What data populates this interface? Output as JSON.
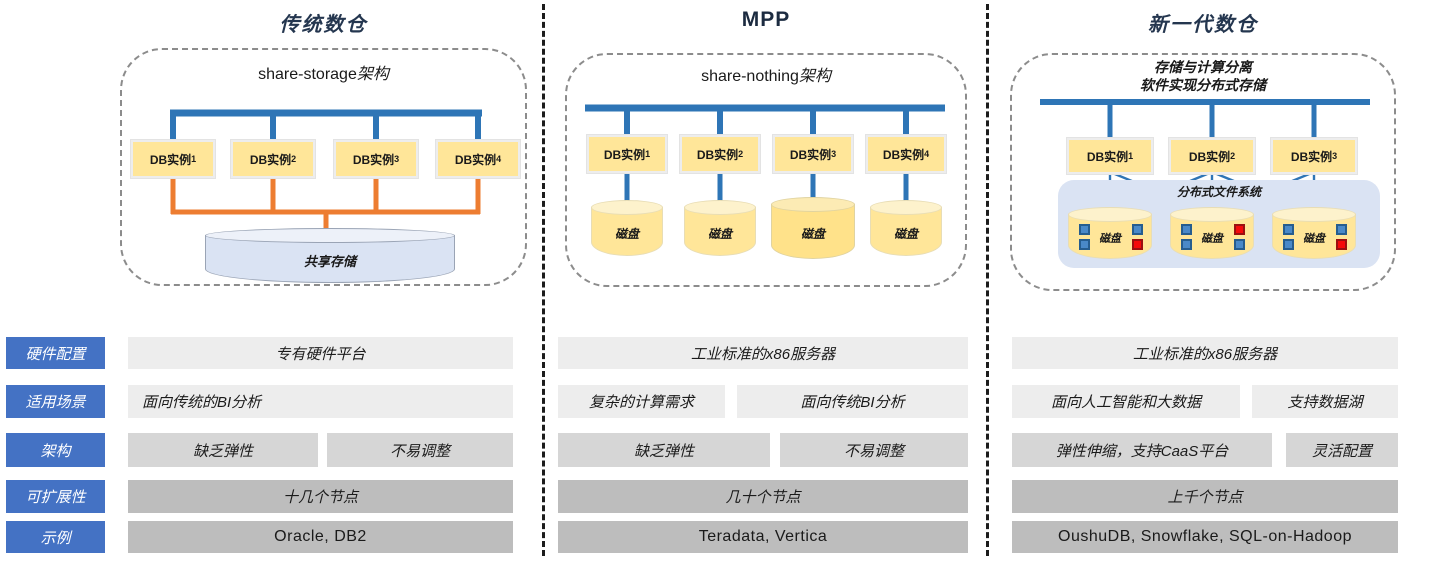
{
  "panels": [
    {
      "title": "传统数仓",
      "arch_label_latin": "share-storage",
      "arch_label_cjk": "架构",
      "nodes": [
        {
          "text": "DB实例",
          "sub": "1"
        },
        {
          "text": "DB实例",
          "sub": "2"
        },
        {
          "text": "DB实例",
          "sub": "3"
        },
        {
          "text": "DB实例",
          "sub": "4"
        }
      ],
      "shared_storage_label": "共享存储"
    },
    {
      "title": "MPP",
      "arch_label_latin": "share-nothing",
      "arch_label_cjk": "架构",
      "nodes": [
        {
          "text": "DB实例",
          "sub": "1"
        },
        {
          "text": "DB实例",
          "sub": "2"
        },
        {
          "text": "DB实例",
          "sub": "3"
        },
        {
          "text": "DB实例",
          "sub": "4"
        }
      ],
      "disks": [
        {
          "label": "磁盘"
        },
        {
          "label": "磁盘"
        },
        {
          "label": "磁盘"
        },
        {
          "label": "磁盘"
        }
      ]
    },
    {
      "title": "新一代数仓",
      "arch_label_line1": "存储与计算分离",
      "arch_label_line2": "软件实现分布式存储",
      "nodes": [
        {
          "text": "DB实例",
          "sub": "1"
        },
        {
          "text": "DB实例",
          "sub": "2"
        },
        {
          "text": "DB实例",
          "sub": "3"
        }
      ],
      "dfs": {
        "label": "分布式文件系统",
        "disks": [
          {
            "label": "磁盘",
            "chips": [
              "blue",
              "blue",
              "blue",
              "red"
            ]
          },
          {
            "label": "磁盘",
            "chips": [
              "blue",
              "blue",
              "red",
              "blue"
            ]
          },
          {
            "label": "磁盘",
            "chips": [
              "blue",
              "blue",
              "blue",
              "red"
            ]
          }
        ]
      }
    }
  ],
  "table": {
    "rows": [
      {
        "label": "硬件配置",
        "col1": [
          "专有硬件平台"
        ],
        "col2": [
          "工业标准的x86服务器"
        ],
        "col3": [
          "工业标准的x86服务器"
        ]
      },
      {
        "label": "适用场景",
        "col1": [
          "面向传统的BI分析"
        ],
        "col2": [
          "复杂的计算需求",
          "面向传统BI分析"
        ],
        "col3": [
          "面向人工智能和大数据",
          "支持数据湖"
        ]
      },
      {
        "label": "架构",
        "col1": [
          "缺乏弹性",
          "不易调整"
        ],
        "col2": [
          "缺乏弹性",
          "不易调整"
        ],
        "col3": [
          "弹性伸缩，支持CaaS平台",
          "灵活配置"
        ]
      },
      {
        "label": "可扩展性",
        "col1": [
          "十几个节点"
        ],
        "col2": [
          "几十个节点"
        ],
        "col3": [
          "上千个节点"
        ]
      },
      {
        "label": "示例",
        "col1": [
          "Oracle, DB2"
        ],
        "col2": [
          "Teradata, Vertica"
        ],
        "col3": [
          "OushuDB, Snowflake, SQL-on-Hadoop"
        ]
      }
    ]
  },
  "colors": {
    "connector_blue": "#2E75B6",
    "connector_orange": "#ED7D31",
    "node_yellow": "#FFE699",
    "container_light_blue": "#DAE3F3",
    "row_label_blue": "#4472C4",
    "cell_light": "#EDEDED",
    "cell_medium": "#D6D6D6",
    "cell_dark": "#BDBDBD",
    "chip_blue": "#4a89c8",
    "chip_red": "#f50a0a"
  }
}
